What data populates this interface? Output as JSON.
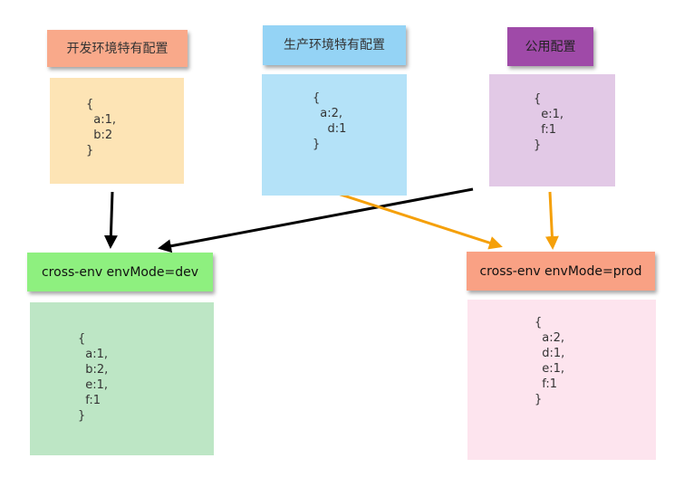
{
  "labels": {
    "dev_specific": "开发环境特有配置",
    "prod_specific": "生产环境特有配置",
    "common": "公用配置",
    "dev_cmd": "cross-env envMode=dev",
    "prod_cmd": "cross-env envMode=prod"
  },
  "configs": {
    "dev_specific": [
      "{",
      "  a:1,",
      "  b:2",
      "}"
    ],
    "prod_specific": [
      "{",
      "  a:2,",
      "    d:1",
      "}"
    ],
    "common": [
      "{",
      "  e:1,",
      "  f:1",
      "}"
    ],
    "dev_result": [
      "{",
      "  a:1,",
      "  b:2,",
      "  e:1,",
      "  f:1",
      "}"
    ],
    "prod_result": [
      "{",
      "  a:2,",
      "  d:1,",
      "  e:1,",
      "  f:1",
      "}"
    ]
  },
  "colors": {
    "dev_label": "#f9a98a",
    "dev_box": "#fde4b5",
    "prod_label": "#94d3f5",
    "prod_box": "#b4e2f8",
    "common_label": "#9f4aa8",
    "common_box": "#e2c9e6",
    "dev_cmd_label": "#8ef07f",
    "dev_result_box": "#bde6c5",
    "prod_cmd_label": "#f9a184",
    "prod_result_box": "#fde4ee",
    "arrow_dev": "#000000",
    "arrow_prod": "#f5a00a"
  }
}
